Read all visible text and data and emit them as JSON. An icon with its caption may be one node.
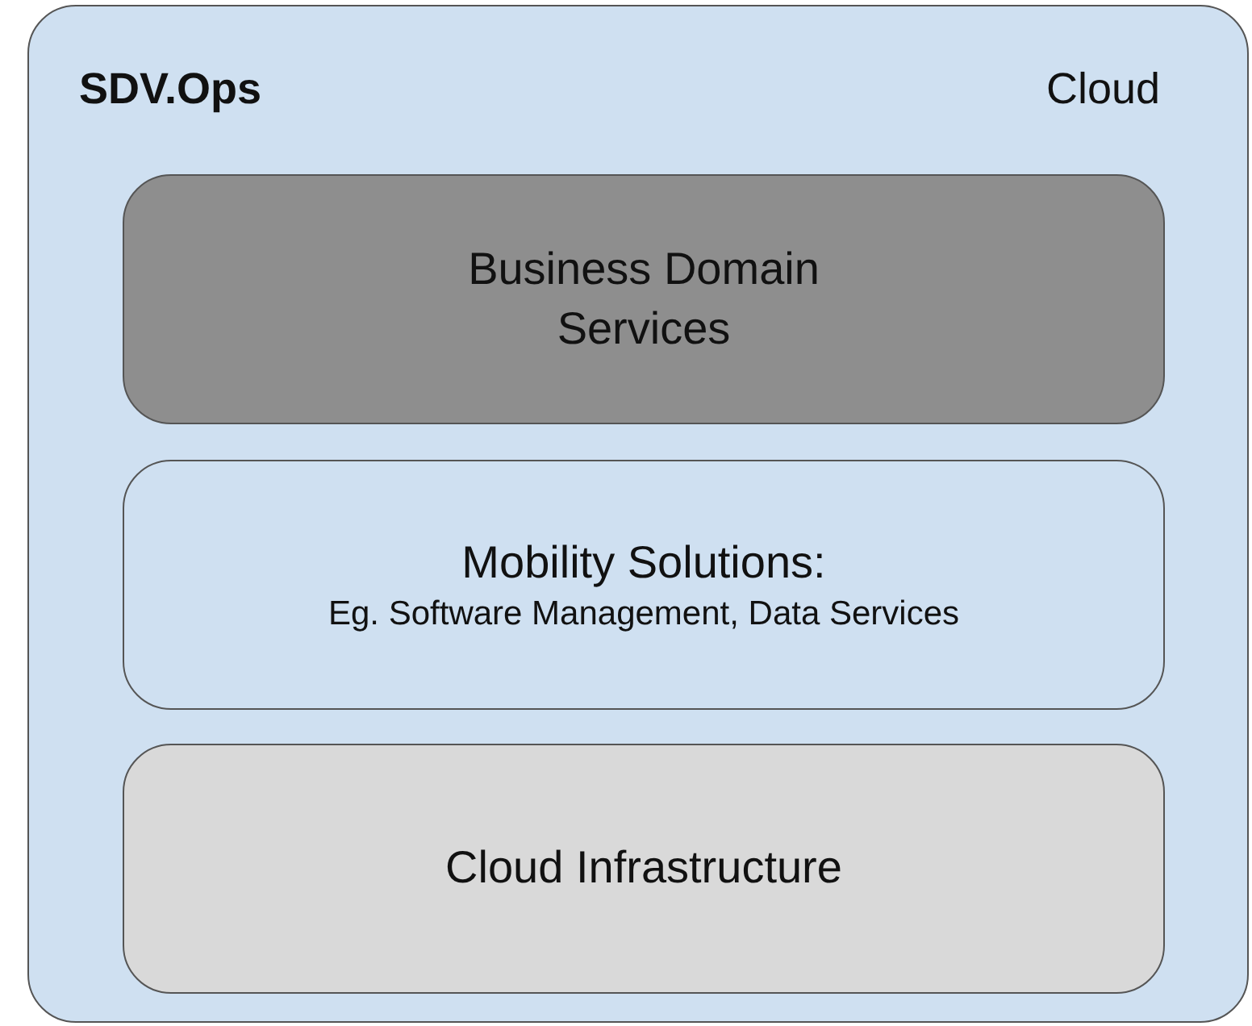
{
  "diagram": {
    "nodes": [
      {
        "text": [
          "SDV.Ops",
          "Cloud"
        ]
      },
      {
        "text": [
          "Business Domain Services"
        ],
        "in": 0
      },
      {
        "text": [
          "Mobility Solutions:",
          "Eg. Software Management, Data Services"
        ],
        "in": 0
      },
      {
        "text": [
          "Cloud Infrastructure"
        ],
        "in": 0
      }
    ],
    "edges": []
  }
}
